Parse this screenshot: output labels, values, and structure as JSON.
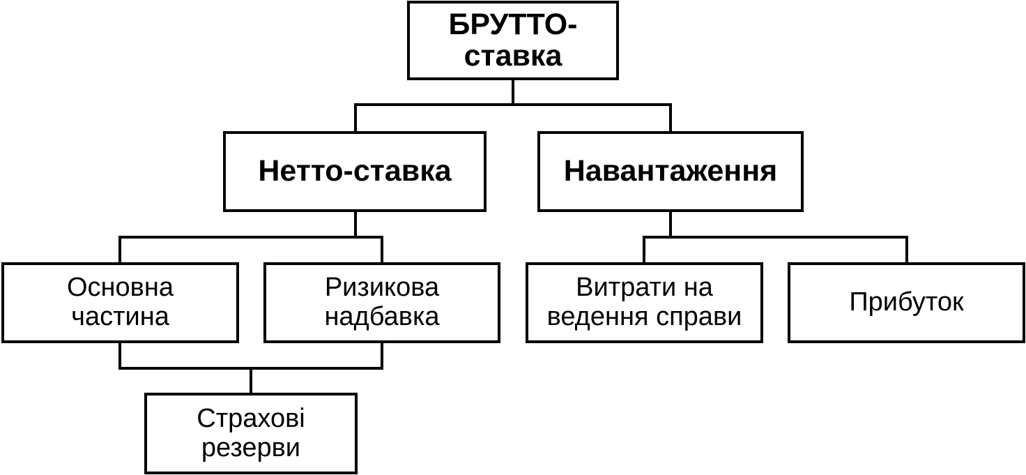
{
  "diagram": {
    "nodes": {
      "gross_rate": {
        "label": "БРУТТО-\nставка"
      },
      "net_rate": {
        "label": "Нетто-ставка"
      },
      "loading": {
        "label": "Навантаження"
      },
      "main_part": {
        "label": "Основна\nчастина"
      },
      "risk_premium": {
        "label": "Ризикова\nнадбавка"
      },
      "business_expenses": {
        "label": "Витрати на\nведення справи"
      },
      "profit": {
        "label": "Прибуток"
      },
      "insurance_reserves": {
        "label": "Страхові\nрезерви"
      }
    },
    "edges": [
      {
        "from": "gross_rate",
        "to": "net_rate"
      },
      {
        "from": "gross_rate",
        "to": "loading"
      },
      {
        "from": "net_rate",
        "to": "main_part"
      },
      {
        "from": "net_rate",
        "to": "risk_premium"
      },
      {
        "from": "loading",
        "to": "business_expenses"
      },
      {
        "from": "loading",
        "to": "profit"
      },
      {
        "from": "main_part",
        "to": "insurance_reserves"
      },
      {
        "from": "risk_premium",
        "to": "insurance_reserves"
      }
    ],
    "colors": {
      "line": "#000000",
      "box_fill": "#ffffff",
      "text": "#000000"
    }
  }
}
